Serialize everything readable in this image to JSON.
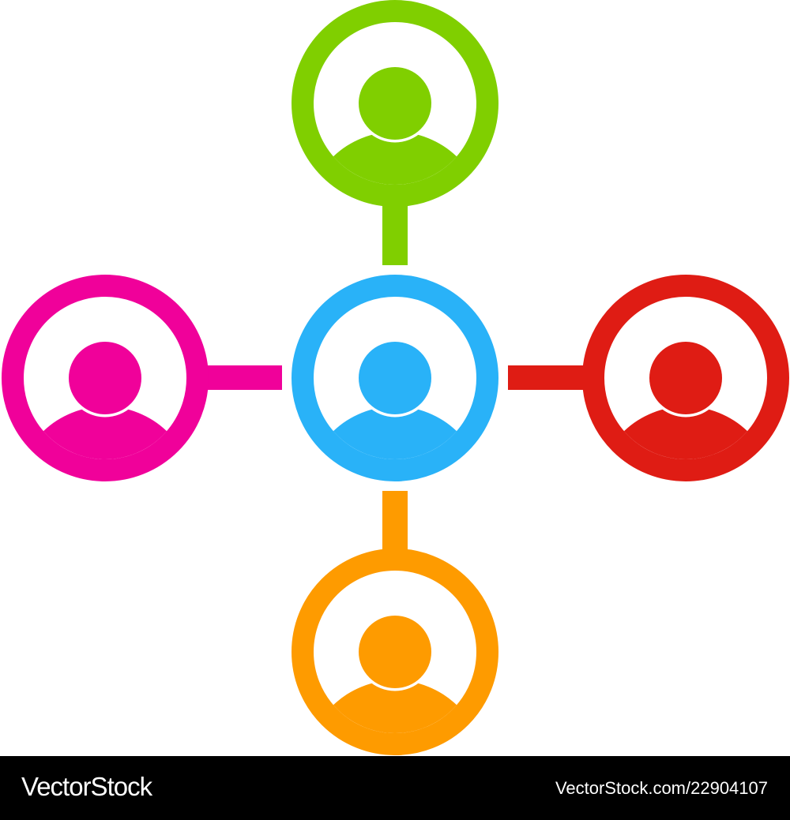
{
  "diagram": {
    "background": "#ffffff",
    "colors": {
      "center": "#29b2f8",
      "top": "#80cf00",
      "left": "#f0019a",
      "right": "#df1c14",
      "bottom": "#fe9b00"
    },
    "nodes": [
      {
        "id": "center",
        "icon": "person-icon",
        "color": "#29b2f8"
      },
      {
        "id": "top",
        "icon": "person-icon",
        "color": "#80cf00"
      },
      {
        "id": "left",
        "icon": "person-icon",
        "color": "#f0019a"
      },
      {
        "id": "right",
        "icon": "person-icon",
        "color": "#df1c14"
      },
      {
        "id": "bottom",
        "icon": "person-icon",
        "color": "#fe9b00"
      }
    ],
    "edges": [
      {
        "from": "center",
        "to": "top",
        "color": "#80cf00"
      },
      {
        "from": "center",
        "to": "left",
        "color": "#f0019a"
      },
      {
        "from": "center",
        "to": "right",
        "color": "#df1c14"
      },
      {
        "from": "center",
        "to": "bottom",
        "color": "#fe9b00"
      }
    ]
  },
  "footer": {
    "logo": "VectorStock",
    "image_id": "VectorStock.com/22904107",
    "background": "#000000",
    "text_color": "#ffffff"
  }
}
